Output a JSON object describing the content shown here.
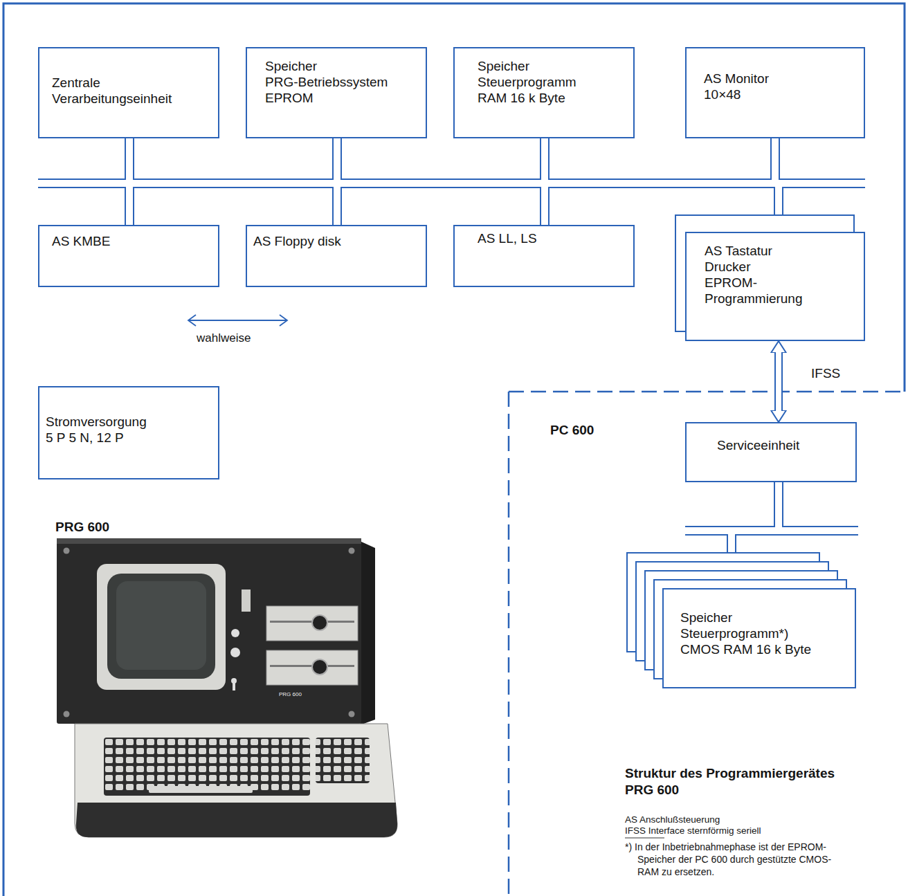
{
  "diagram": {
    "caption": "Struktur des Programmiergerätes PRG 600",
    "nodes": [
      {
        "text": [
          "Zentrale Verarbeitungseinheit"
        ]
      },
      {
        "text": [
          "Speicher PRG-Betriebssystem EPROM"
        ]
      },
      {
        "text": [
          "Speicher Steuerprogramm RAM 16 k Byte"
        ]
      },
      {
        "text": [
          "AS Monitor 10×48"
        ]
      },
      {
        "text": [
          "AS KMBE"
        ]
      },
      {
        "text": [
          "AS Floppy disk"
        ]
      },
      {
        "text": [
          "AS LL, LS"
        ]
      },
      {
        "text": [
          "AS Tastatur Drucker EPROM-Programmierung"
        ]
      },
      {
        "text": [
          "Stromversorgung 5 P 5 N, 12 P"
        ]
      },
      {
        "text": [
          "Serviceeinheit"
        ]
      },
      {
        "text": [
          "Speicher Steuerprogramm*) CMOS RAM 16 k Byte"
        ]
      }
    ],
    "edges": [
      {
        "from": 0,
        "to": 1,
        "arrow": "none"
      },
      {
        "from": 0,
        "to": 2,
        "arrow": "none"
      },
      {
        "from": 0,
        "to": 3,
        "arrow": "none"
      },
      {
        "from": 0,
        "to": 4,
        "arrow": "none"
      },
      {
        "from": 0,
        "to": 5,
        "arrow": "none"
      },
      {
        "from": 0,
        "to": 6,
        "arrow": "none"
      },
      {
        "from": 0,
        "to": 7,
        "arrow": "none"
      },
      {
        "from": 7,
        "to": 9,
        "label": "IFSS",
        "arrow": "both"
      },
      {
        "from": 9,
        "to": 10,
        "arrow": "none"
      }
    ],
    "labels": [
      "wahlweise",
      "PRG 600",
      "PC 600",
      "PRG 600",
      "AS Anschlußsteuerung",
      "IFSS Interface sternförmig seriell",
      "*) In der Inbetriebnahmephase ist der EPROM-Speicher der PC 600 durch gestützte CMOS-RAM zu ersetzen."
    ]
  }
}
